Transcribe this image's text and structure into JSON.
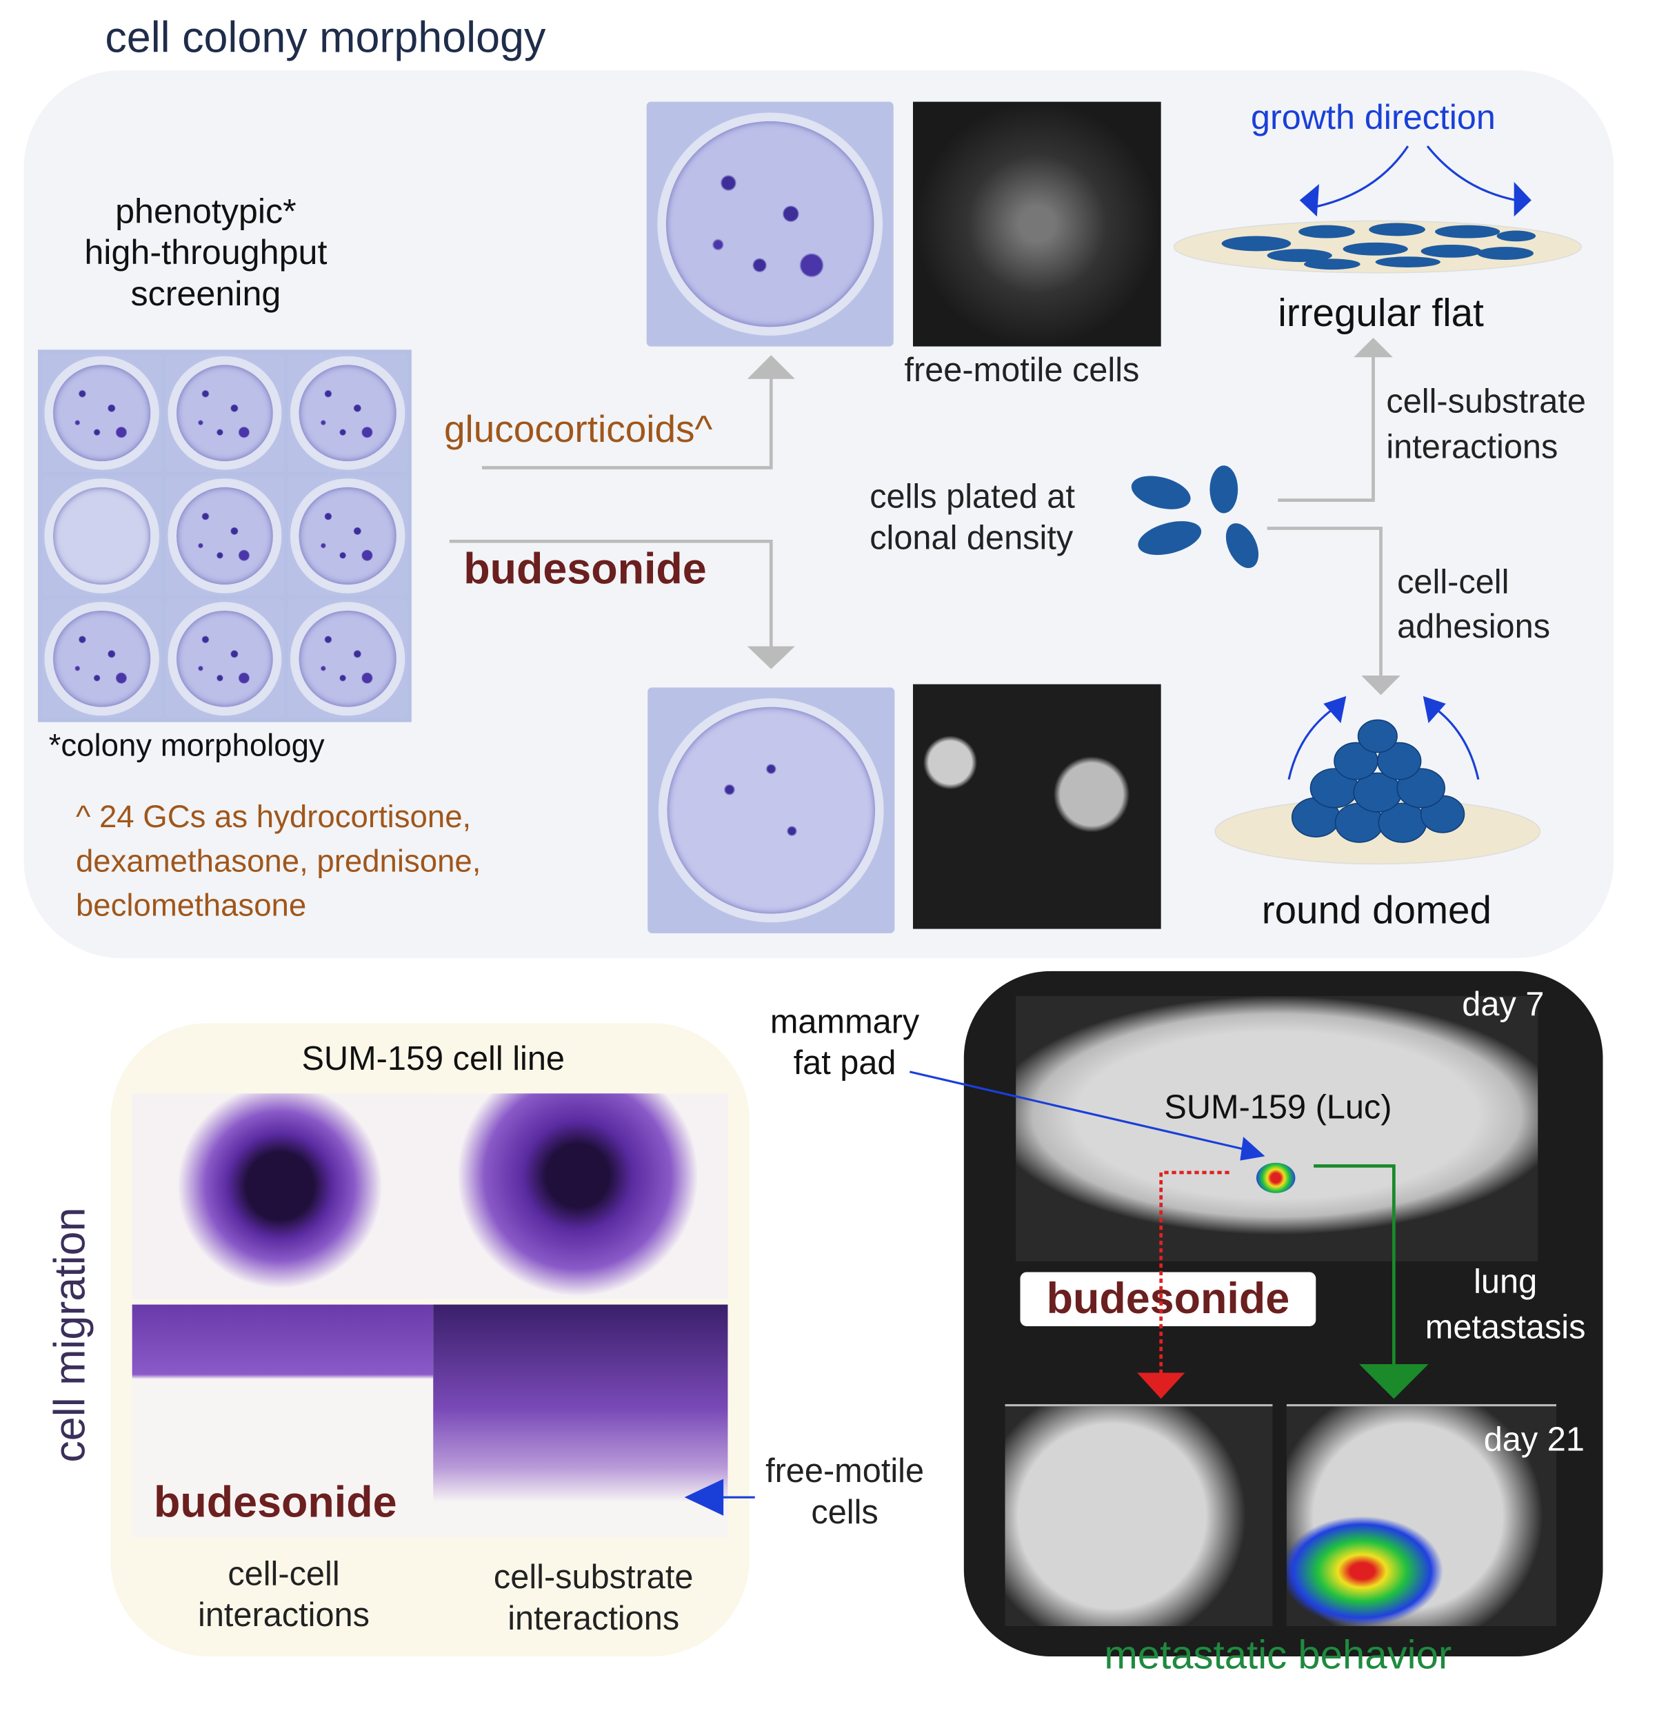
{
  "title": "cell colony morphology",
  "top_panel": {
    "screening_lines": [
      "phenotypic*",
      "high-throughput",
      "screening"
    ],
    "colony_note": "*colony morphology",
    "gc_note_lines": [
      "^ 24 GCs as hydrocortisone,",
      "dexamethasone, prednisone,",
      "beclomethasone"
    ],
    "glucocorticoids": "glucocorticoids^",
    "budesonide": "budesonide",
    "free_motile": "free-motile cells",
    "growth_direction": "growth direction",
    "irregular_flat": "irregular flat",
    "cell_substrate_lines": [
      "cell-substrate",
      "interactions"
    ],
    "cells_plated_lines": [
      "cells plated at",
      "clonal density"
    ],
    "cell_cell_lines": [
      "cell-cell",
      "adhesions"
    ],
    "round_domed": "round domed"
  },
  "migration_panel": {
    "side_label": "cell migration",
    "title": "SUM-159 cell line",
    "budesonide": "budesonide",
    "cell_cell_lines": [
      "cell-cell",
      "interactions"
    ],
    "cell_substrate_lines": [
      "cell-substrate",
      "interactions"
    ],
    "free_motile_lines": [
      "free-motile",
      "cells"
    ]
  },
  "metastasis_panel": {
    "mammary_lines": [
      "mammary",
      "fat pad"
    ],
    "day7": "day 7",
    "cell_line": "SUM-159 (Luc)",
    "budesonide": "budesonide",
    "lung_lines": [
      "lung",
      "metastasis"
    ],
    "day21": "day 21",
    "caption": "metastatic behavior"
  },
  "colors": {
    "title": "#1f2d4a",
    "glucocorticoid": "#a0561a",
    "budesonide": "#6b1f1f",
    "growth": "#1a3fd8",
    "metastatic": "#1f8a3e",
    "cell_blue": "#1e5aa0"
  }
}
